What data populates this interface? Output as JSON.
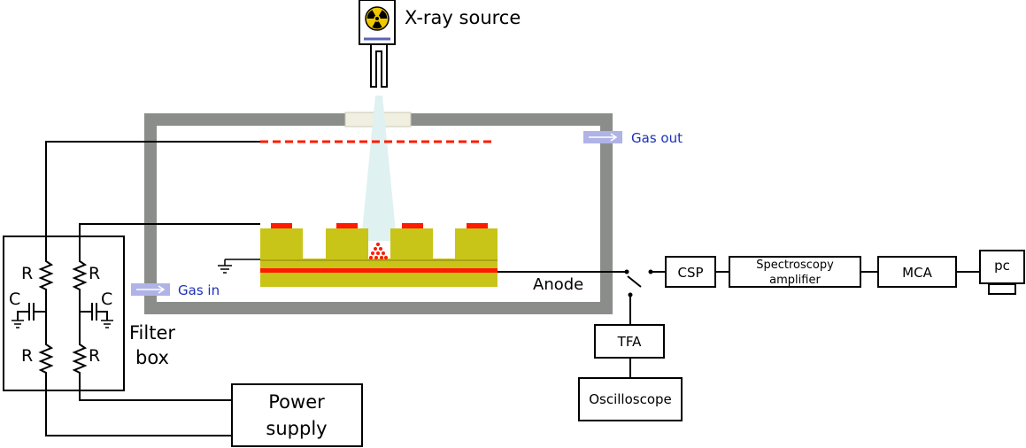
{
  "source": {
    "label": "X-ray source"
  },
  "gas": {
    "out_label": "Gas out",
    "in_label": "Gas in"
  },
  "detector": {
    "anode_label": "Anode"
  },
  "filter_box": {
    "label_line1": "Filter",
    "label_line2": "box",
    "resistor_label": "R",
    "capacitor_label": "C"
  },
  "power_supply": {
    "line1": "Power",
    "line2": "supply"
  },
  "chain": {
    "csp": "CSP",
    "spectro_line1": "Spectroscopy",
    "spectro_line2": "amplifier",
    "mca": "MCA",
    "pc": "pc",
    "tfa": "TFA",
    "oscilloscope": "Oscilloscope"
  },
  "colors": {
    "chamber": "#8a8d8a",
    "window": "#f1f0e0",
    "gem": "#c9c418",
    "electrode": "#ff1a00",
    "beam": "#dff1f1",
    "gas_arrow": "#b0b3e6",
    "gas_text": "#1c2fb8"
  }
}
